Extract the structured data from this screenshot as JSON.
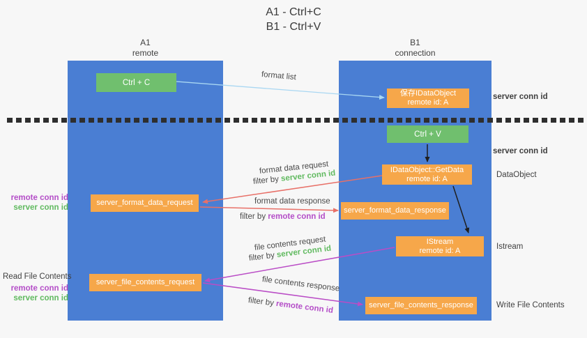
{
  "title": {
    "line1": "A1 - Ctrl+C",
    "line2": "B1 - Ctrl+V"
  },
  "lanes": {
    "left": {
      "name": "A1",
      "subtitle": "remote"
    },
    "right": {
      "name": "B1",
      "subtitle": "connection"
    }
  },
  "nodes": {
    "ctrl_c": {
      "label": "Ctrl + C"
    },
    "ctrl_v": {
      "label": "Ctrl + V"
    },
    "save_idataobject": {
      "line1": "保存IDataObject",
      "line2": "remote id: A"
    },
    "getdata": {
      "line1": "IDataObject::GetData",
      "line2": "remote id: A"
    },
    "istream": {
      "line1": "IStream",
      "line2": "remote id: A"
    },
    "format_request": {
      "label": "server_format_data_request"
    },
    "format_response": {
      "label": "server_format_data_response"
    },
    "file_request": {
      "label": "server_file_contents_request"
    },
    "file_response": {
      "label": "server_file_contents_response"
    }
  },
  "edge_labels": {
    "format_list": "format list",
    "format_data_request": "format data request",
    "format_data_response": "format data response",
    "file_contents_request": "file contents request",
    "file_contents_response": "file contents response",
    "filter_by": "filter by ",
    "server_conn_id": "server conn id",
    "remote_conn_id": "remote conn id"
  },
  "side_labels": {
    "server_conn_id_top": "server conn id",
    "server_conn_id_mid": "server conn id",
    "dataobject": "DataObject",
    "istream": "Istream",
    "write_file_contents": "Write File Contents",
    "read_file_contents": "Read File Contents",
    "remote_conn_id": "remote conn id",
    "server_conn_id": "server conn id"
  },
  "colors": {
    "background": "#f7f7f7",
    "lane_blue": "#4a7ed3",
    "box_green": "#70bf6e",
    "box_orange": "#f6a74a",
    "arrow_red": "#e87068",
    "arrow_magenta": "#ba4dc6",
    "arrow_light_blue": "#a9d7f2",
    "arrow_black": "#1f1f1f",
    "text_green": "#61ba60",
    "text_purple": "#b44ec8",
    "text_dark": "#3f3f3f"
  }
}
